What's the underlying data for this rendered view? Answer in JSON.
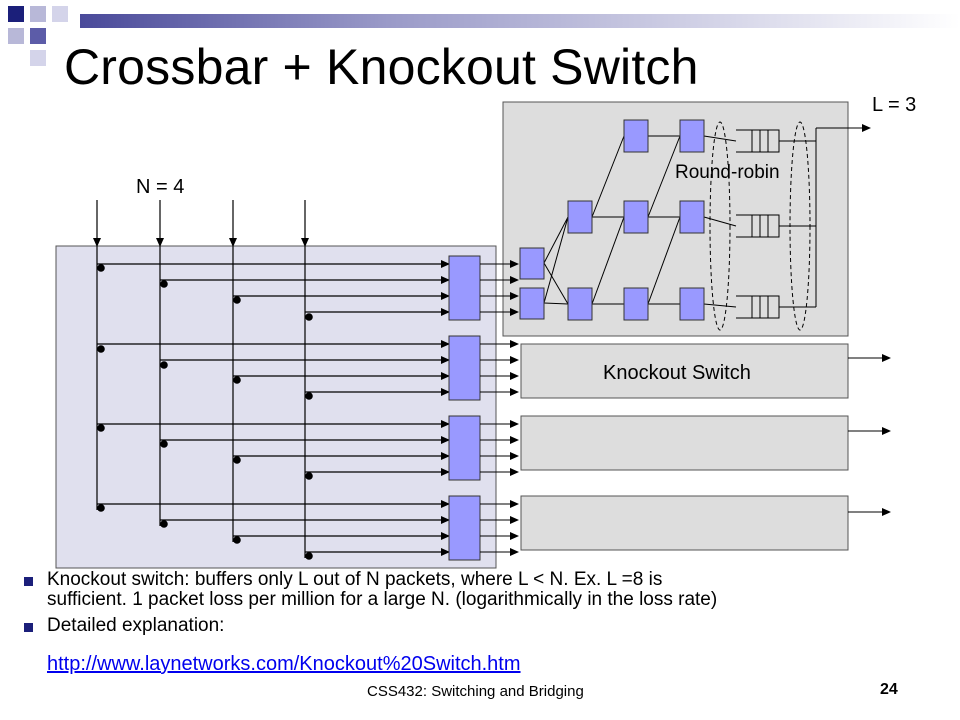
{
  "slide": {
    "title": "Crossbar + Knockout Switch",
    "footer": "CSS432: Switching and Bridging",
    "page_number": "24"
  },
  "diagram": {
    "n_label": "N = 4",
    "l_label": "L = 3",
    "round_robin_label": "Round-robin",
    "knockout_switch_label": "Knockout Switch"
  },
  "bullets": {
    "item1_line1": "Knockout switch: buffers only L out of N packets, where L < N. Ex. L =8 is",
    "item1_line2": "sufficient. 1 packet loss per million for a large N. (logarithmically in the loss rate)",
    "item2": "Detailed explanation:",
    "link": "http://www.laynetworks.com/Knockout%20Switch.htm"
  },
  "colors": {
    "crossbar_fill": "#e0e0ee",
    "knockout_fill": "#dddddd",
    "concentrator_fill": "#9999ff",
    "header_block": "#1b1f7a",
    "link": "#0000ee"
  }
}
